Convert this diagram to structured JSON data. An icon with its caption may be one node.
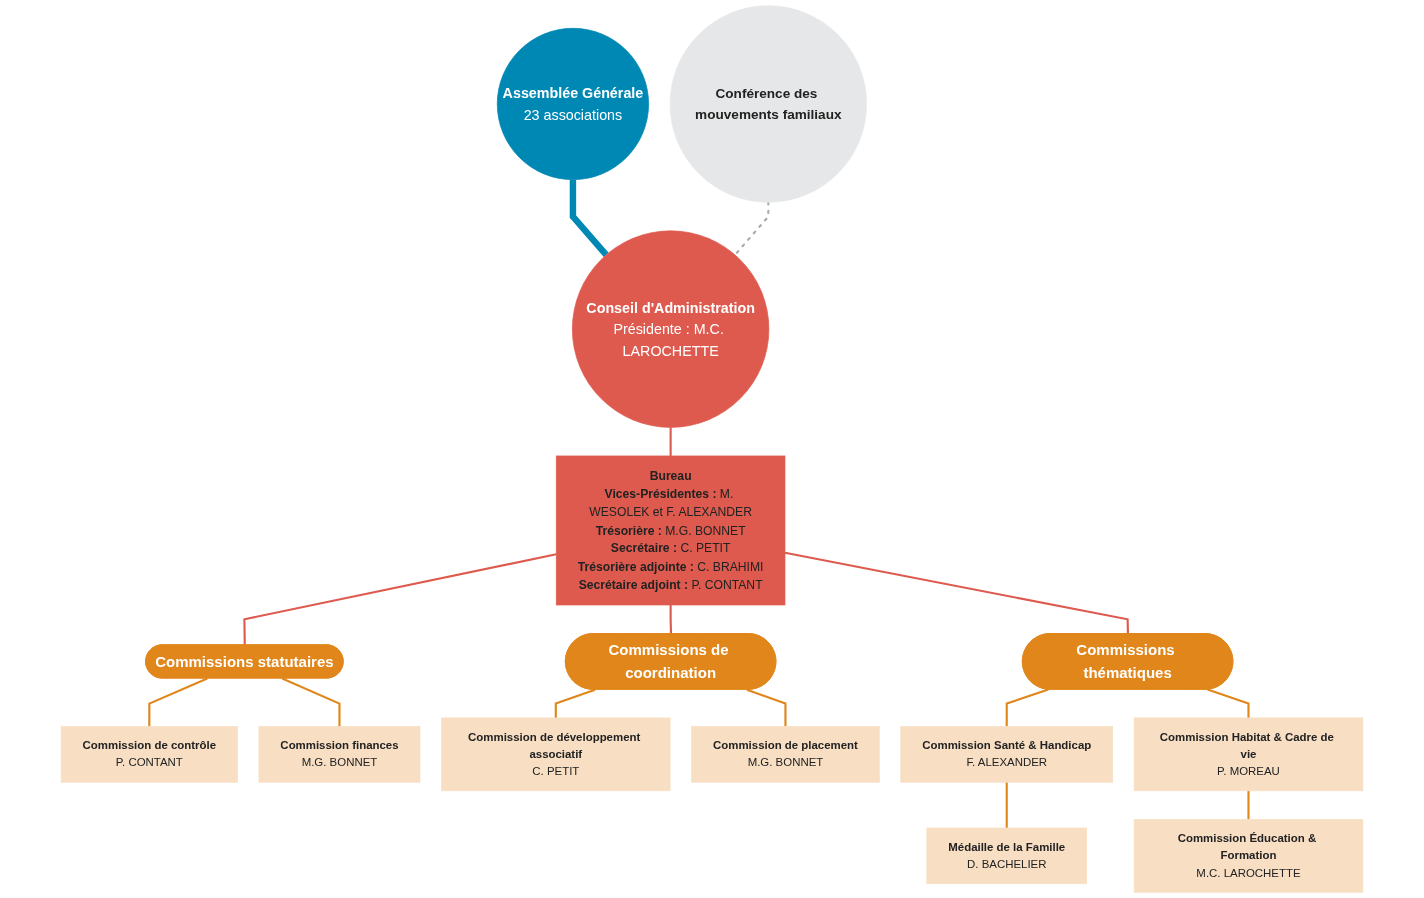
{
  "diagram": {
    "nodes": [
      {
        "text": [
          "Assemblée Générale",
          "23 associations"
        ]
      },
      {
        "text": [
          "Conseil d'Administration",
          "Présidente : M.C. LAROCHETTE"
        ]
      },
      {
        "text": [
          "Conférence des mouvements familiaux"
        ]
      },
      {
        "text": [
          "Bureau",
          "**Vices-Présidentes :** M. WESOLEK et F. ALEXANDER",
          "**Trésorière :** M.G. BONNET",
          "**Secrétaire :** C. PETIT",
          "**Trésorière adjointe :** C. BRAHIMI",
          "**Secrétaire adjoint :** P. CONTANT"
        ]
      },
      {
        "text": [
          "Commissions statutaires"
        ]
      },
      {
        "text": [
          "Commissions de coordination"
        ]
      },
      {
        "text": [
          "Commissions thématiques"
        ]
      },
      {
        "text": [
          "Commission de contrôle",
          "P. CONTANT"
        ]
      },
      {
        "text": [
          "Commission finances",
          "M.G. BONNET"
        ]
      },
      {
        "text": [
          "Commission de développement associatif",
          "C. PETIT"
        ]
      },
      {
        "text": [
          "Commission de placement",
          "M.G. BONNET"
        ]
      },
      {
        "text": [
          "Commission Santé & Handicap",
          "F. ALEXANDER"
        ]
      },
      {
        "text": [
          "Commission Habitat & Cadre de vie",
          "P. MOREAU"
        ]
      },
      {
        "text": [
          "Médaille de la Famille",
          "D. BACHELIER"
        ]
      },
      {
        "text": [
          "Commission Éducation & Formation",
          "M.C. LAROCHETTE"
        ]
      }
    ],
    "edges": [
      {
        "from": 0,
        "to": 1,
        "arrow": "none",
        "style": "thick",
        "color": "#0088b5"
      },
      {
        "from": 2,
        "to": 1,
        "arrow": "none",
        "style": "dashed",
        "color": "#a3aeab"
      },
      {
        "from": 1,
        "to": 3,
        "arrow": "none",
        "color": "#de5a4e"
      },
      {
        "from": 3,
        "to": 4,
        "arrow": "none",
        "color": "#de5a4e"
      },
      {
        "from": 3,
        "to": 5,
        "arrow": "none",
        "color": "#de5a4e"
      },
      {
        "from": 3,
        "to": 6,
        "arrow": "none",
        "color": "#de5a4e"
      },
      {
        "from": 4,
        "to": 7,
        "arrow": "none"
      },
      {
        "from": 4,
        "to": 8,
        "arrow": "none"
      },
      {
        "from": 5,
        "to": 9,
        "arrow": "none"
      },
      {
        "from": 5,
        "to": 10,
        "arrow": "none"
      },
      {
        "from": 6,
        "to": 11,
        "arrow": "none"
      },
      {
        "from": 6,
        "to": 12,
        "arrow": "none"
      },
      {
        "from": 11,
        "to": 13,
        "arrow": "none"
      },
      {
        "from": 12,
        "to": 14,
        "arrow": "none"
      }
    ]
  }
}
